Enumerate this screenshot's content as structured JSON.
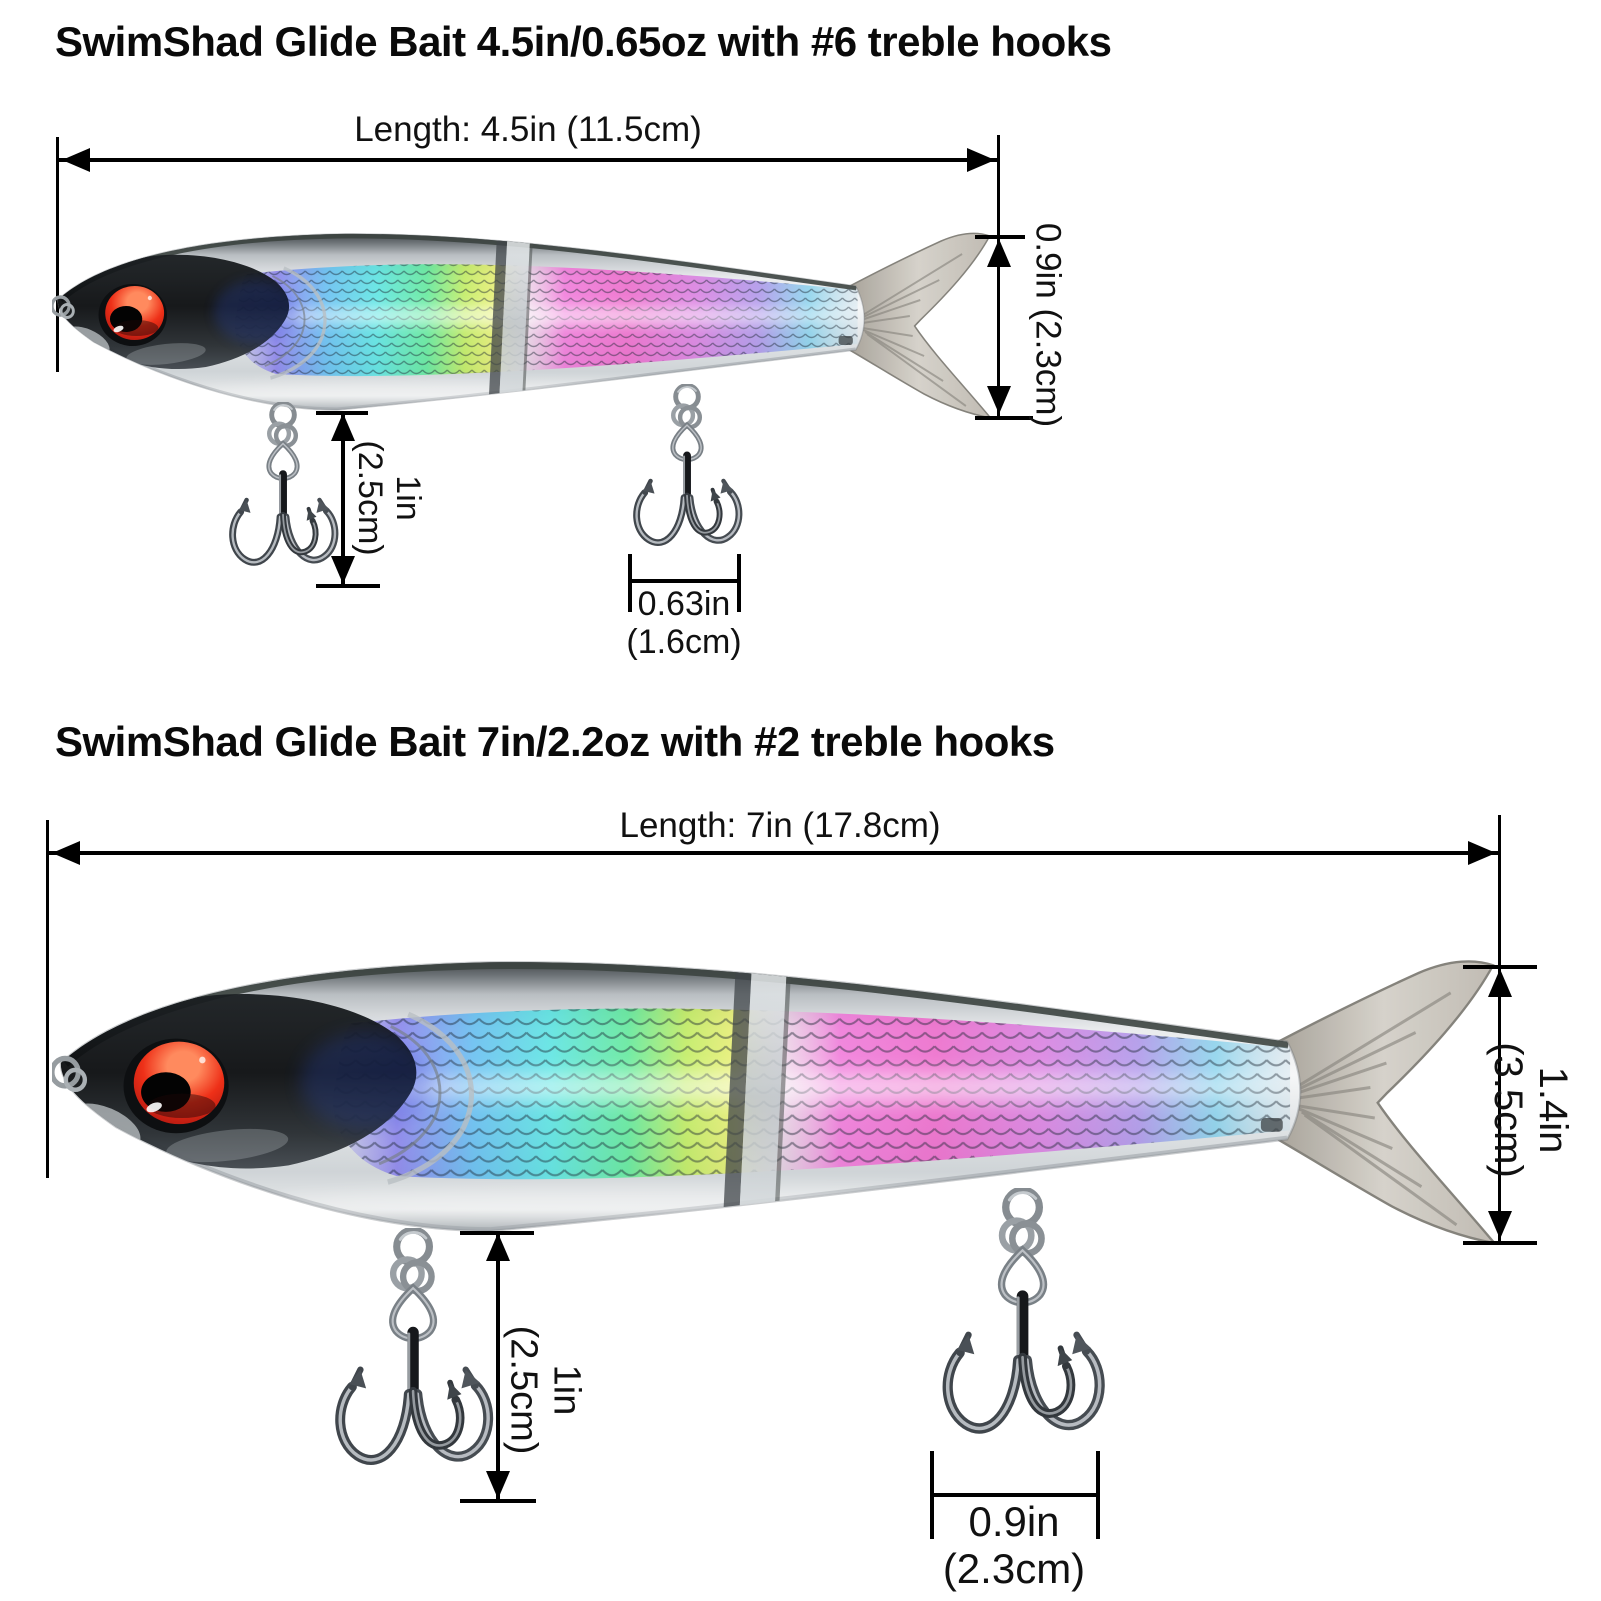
{
  "section1": {
    "title": "SwimShad Glide Bait 4.5in/0.65oz with #6 treble hooks",
    "length_label": "Length: 4.5in (11.5cm)",
    "tail_height_label": "0.9in (2.3cm)",
    "front_hook_length_label": "1in\n(2.5cm)",
    "rear_hook_width_label": "0.63in\n(1.6cm)"
  },
  "section2": {
    "title": "SwimShad Glide Bait 7in/2.2oz with #2 treble hooks",
    "length_label": "Length: 7in (17.8cm)",
    "tail_height_label": "1.4in (3.5cm)",
    "front_hook_length_label": "1in\n(2.5cm)",
    "rear_hook_width_label": "0.9in\n(2.3cm)"
  },
  "lure": {
    "eye_color": "#c11414",
    "body_silver": "#e9ebed",
    "back_dark": "#3c4440",
    "tail_gray": "#c9c4bc",
    "joint_silver": "#ccd2d6",
    "rainbow": [
      "#6f63ef",
      "#4bb6f2",
      "#3fe3e0",
      "#47e98b",
      "#b9ed45",
      "#f263d6",
      "#d563dd",
      "#9a79e8",
      "#58c4ea"
    ]
  }
}
